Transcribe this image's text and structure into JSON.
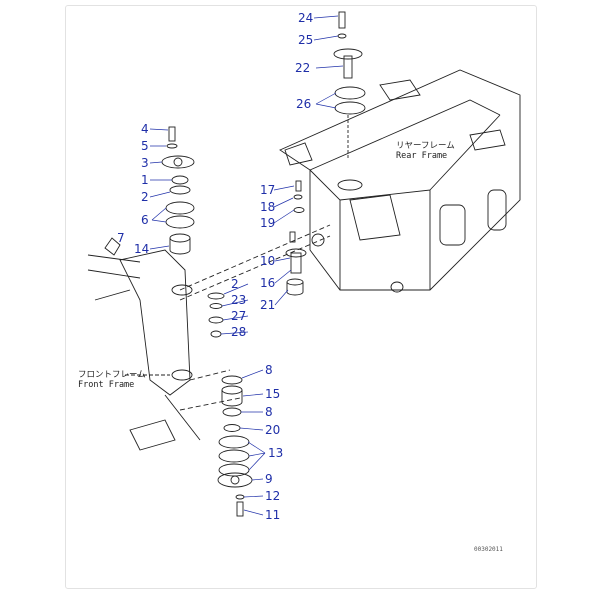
{
  "diagram": {
    "callouts": [
      "24",
      "25",
      "22",
      "26",
      "4",
      "5",
      "3",
      "1",
      "2",
      "6",
      "7",
      "14",
      "17",
      "18",
      "19",
      "10",
      "16",
      "21",
      "2",
      "23",
      "27",
      "28",
      "8",
      "15",
      "8",
      "20",
      "13",
      "9",
      "12",
      "11"
    ],
    "front_frame": {
      "jp": "フロントフレーム",
      "en": "Front Frame"
    },
    "rear_frame": {
      "jp": "リヤーフレーム",
      "en": "Rear Frame"
    },
    "drawing_code": "00302011"
  }
}
